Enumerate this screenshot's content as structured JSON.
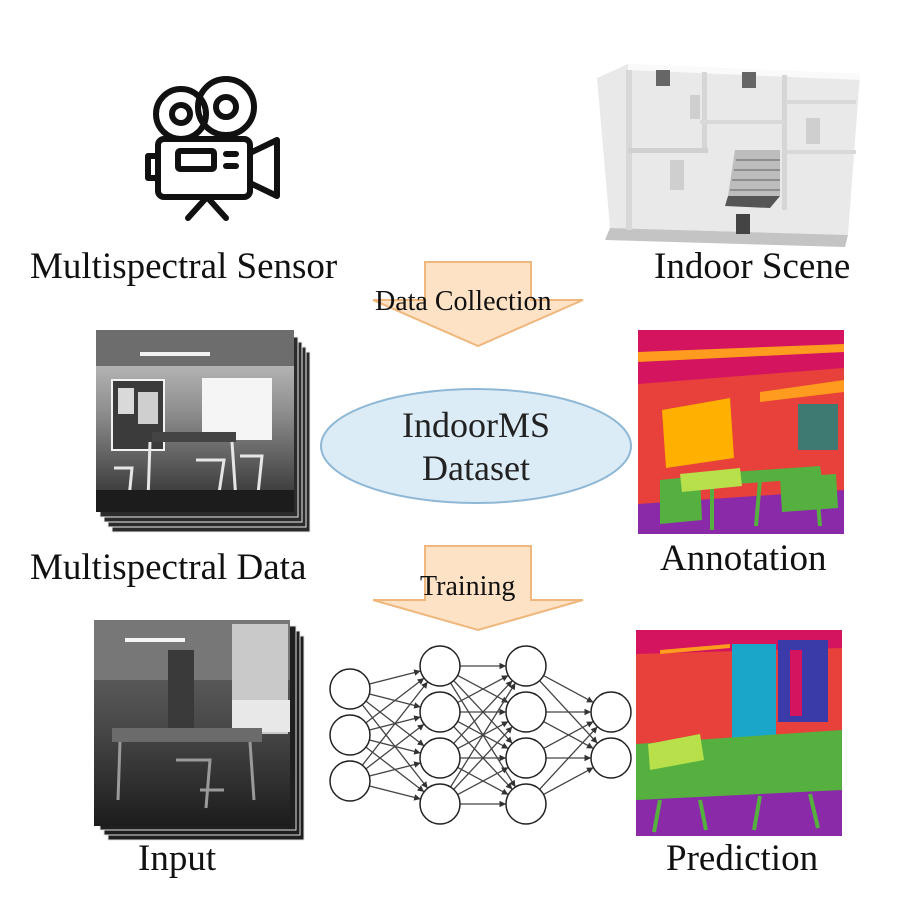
{
  "labels": {
    "sensor": "Multispectral Sensor",
    "scene": "Indoor Scene",
    "ms_data": "Multispectral Data",
    "annotation": "Annotation",
    "input": "Input",
    "prediction": "Prediction"
  },
  "arrows": {
    "collection": "Data Collection",
    "training": "Training"
  },
  "dataset": {
    "line1": "IndoorMS",
    "line2": "Dataset"
  },
  "network": {
    "layers": [
      3,
      4,
      4,
      2
    ]
  },
  "icons": {
    "camera": "movie-camera-icon",
    "house": "floorplan-house-icon"
  },
  "colors": {
    "arrow_fill": "#fde2c6",
    "arrow_stroke": "#f0b77c",
    "ellipse_fill": "#dcecf6",
    "ellipse_stroke": "#8fb8d6",
    "seg_red": "#e8403a",
    "seg_magenta": "#d4145f",
    "seg_green": "#55b040",
    "seg_purple": "#8a2aa8",
    "seg_cyan": "#1aa6c9"
  }
}
